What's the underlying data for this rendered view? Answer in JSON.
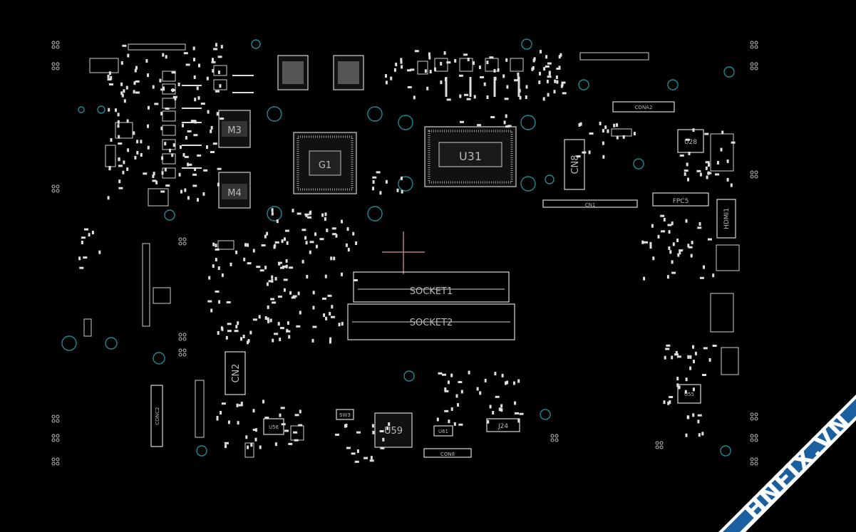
{
  "components": {
    "g1": "G1",
    "u31": "U31",
    "m3": "M3",
    "m4": "M4",
    "cn8": "CN8",
    "cn2": "CN2",
    "u28": "U28",
    "fpc5": "FPC5",
    "hdmi1": "HDMI1",
    "socket1": "SOCKET1",
    "socket2": "SOCKET2",
    "u59": "U59",
    "j24": "J24",
    "cona2": "CONA2",
    "conc2": "CONC2",
    "u56": "U56",
    "u55": "U55",
    "u61": "U61",
    "sw3": "SW3",
    "cn1": "CN1",
    "cons": "CON8"
  },
  "watermark": {
    "text": "HNFIX.VN",
    "band_color": "#1a5fa0",
    "accent_color": "#e23a2e"
  },
  "colors": {
    "background": "#000000",
    "silkscreen": "#d8d8d8",
    "via": "#1f8a94",
    "cursor": "#b07a7a"
  }
}
